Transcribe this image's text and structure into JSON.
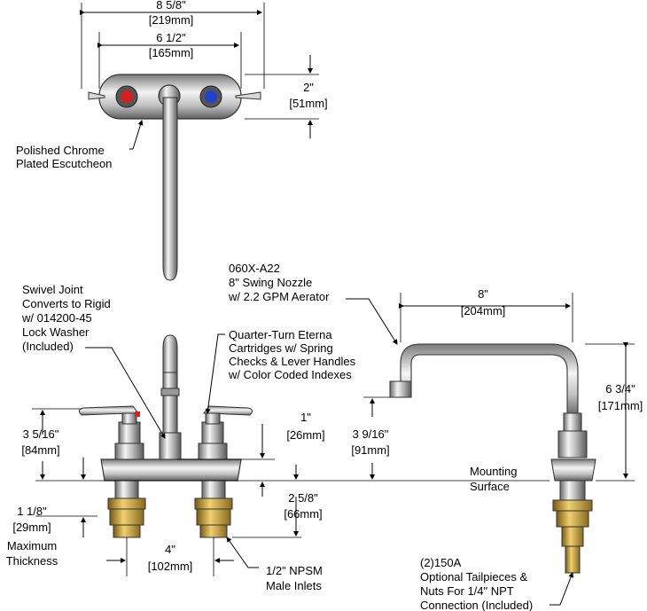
{
  "dimensions": {
    "overall_width": "8 5/8\"",
    "overall_width_mm": "[219mm]",
    "centers": "6 1/2\"",
    "centers_mm": "[165mm]",
    "escutcheon_depth": "2\"",
    "escutcheon_depth_mm": "[51mm]",
    "nozzle_reach": "8\"",
    "nozzle_reach_mm": "[204mm]",
    "nozzle_height": "6 3/4\"",
    "nozzle_height_mm": "[171mm]",
    "outlet_height": "3 9/16\"",
    "outlet_height_mm": "[91mm]",
    "handle_height": "3 5/16\"",
    "handle_height_mm": "[84mm]",
    "body_height": "1\"",
    "body_height_mm": "[26mm]",
    "shank_length": "2 5/8\"",
    "shank_length_mm": "[66mm]",
    "inlet_spacing": "4\"",
    "inlet_spacing_mm": "[102mm]",
    "max_thickness": "1 1/8\"",
    "max_thickness_mm": "[29mm]"
  },
  "labels": {
    "escutcheon": [
      "Polished Chrome",
      "Plated Escutcheon"
    ],
    "swivel": [
      "Swivel Joint",
      "Converts to Rigid",
      "w/ 014200-45",
      "Lock Washer",
      "(Included)"
    ],
    "cartridges": [
      "Quarter-Turn Eterna",
      "Cartridges w/ Spring",
      "Checks & Lever Handles",
      "w/ Color Coded Indexes"
    ],
    "nozzle": [
      "060X-A22",
      "8\" Swing Nozzle",
      "w/ 2.2 GPM Aerator"
    ],
    "mounting": [
      "Mounting",
      "Surface"
    ],
    "max_thickness": [
      "Maximum",
      "Thickness"
    ],
    "inlets": [
      "1/2\" NPSM",
      "Male Inlets"
    ],
    "tailpieces": [
      "(2)150A",
      "Optional Tailpieces &",
      "Nuts For 1/4\" NPT",
      "Connection (Included)"
    ]
  },
  "colors": {
    "hot_index": "#d42020",
    "cold_index": "#2040d0",
    "brass": "#c8a040",
    "chrome_dark": "#555555",
    "chrome_light": "#e8e8e8"
  }
}
